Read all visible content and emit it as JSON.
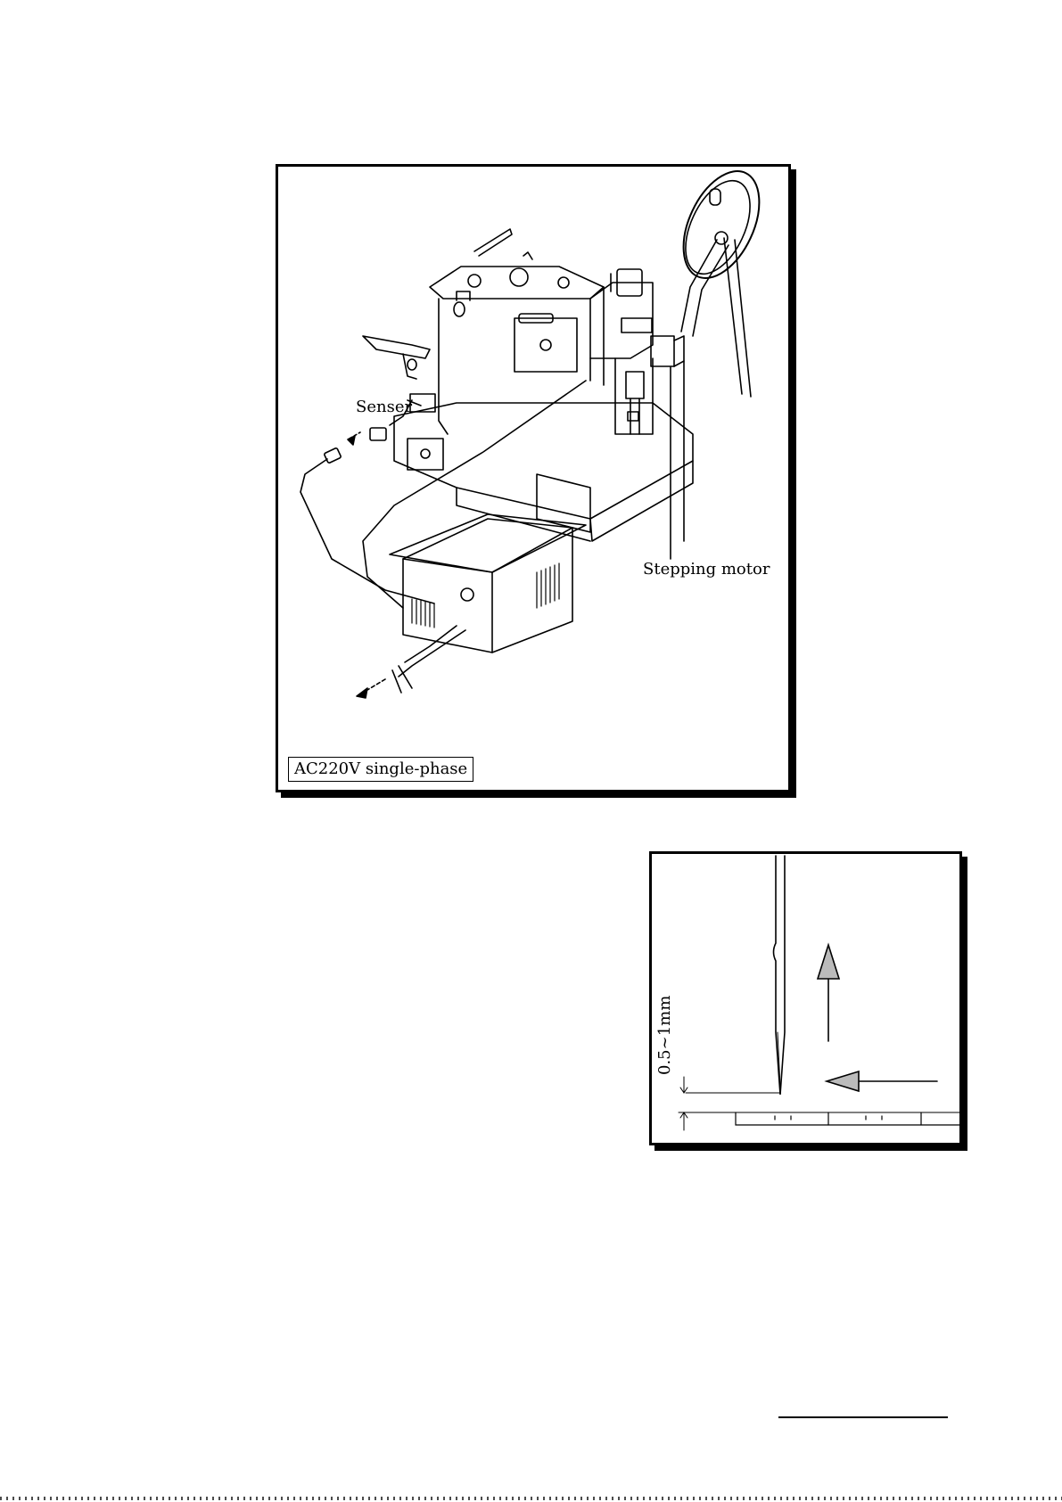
{
  "figure1": {
    "senser_label": "Senser",
    "stepping_motor_label": "Stepping motor",
    "power_label": "AC220V single-phase"
  },
  "figure2": {
    "dimension_label": "0.5~1mm"
  }
}
